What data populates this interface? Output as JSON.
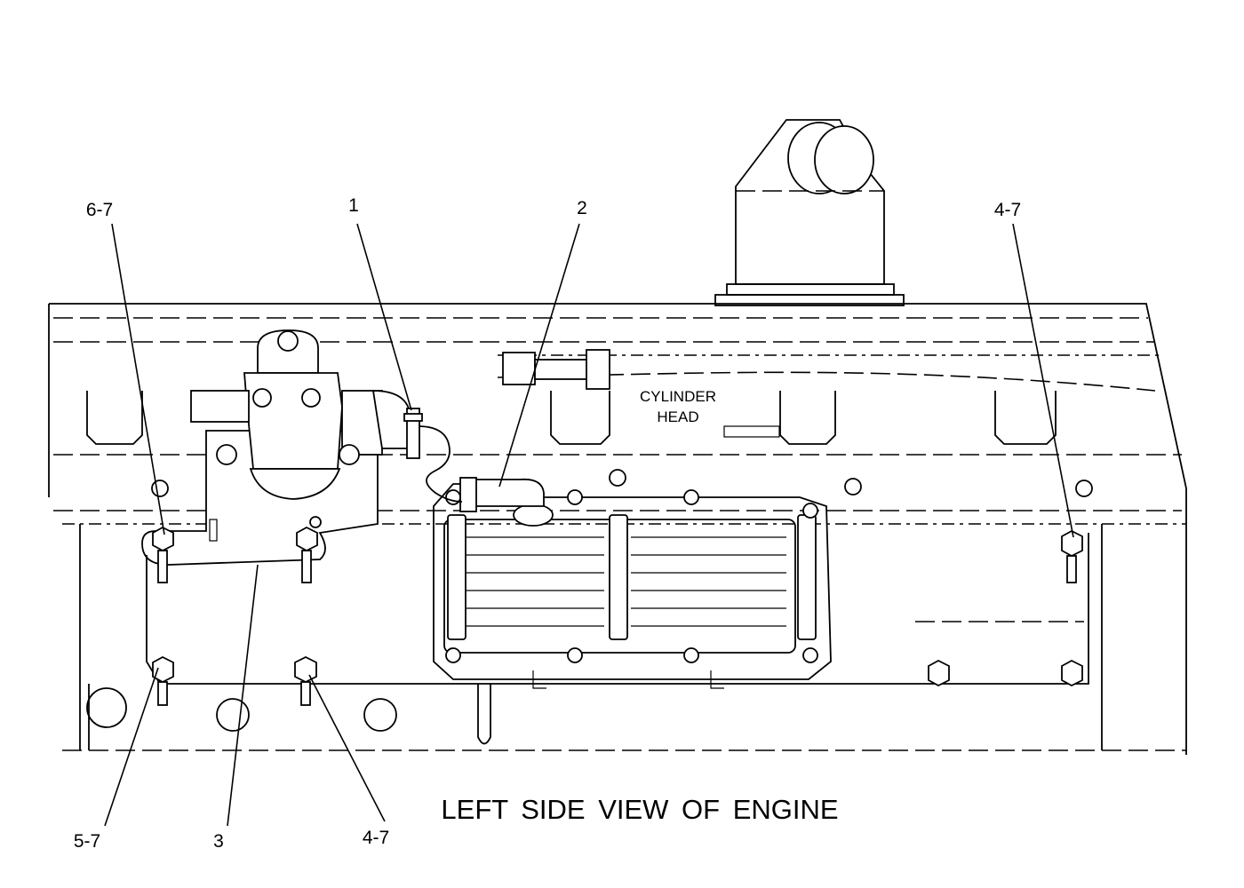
{
  "diagram": {
    "view_title": "LEFT SIDE VIEW OF ENGINE",
    "component_label_line1": "CYLINDER",
    "component_label_line2": "HEAD"
  },
  "callouts": [
    {
      "id": "c67",
      "text": "6-7"
    },
    {
      "id": "c1",
      "text": "1"
    },
    {
      "id": "c2",
      "text": "2"
    },
    {
      "id": "c47top",
      "text": "4-7"
    },
    {
      "id": "c57",
      "text": "5-7"
    },
    {
      "id": "c3",
      "text": "3"
    },
    {
      "id": "c47bot",
      "text": "4-7"
    }
  ]
}
